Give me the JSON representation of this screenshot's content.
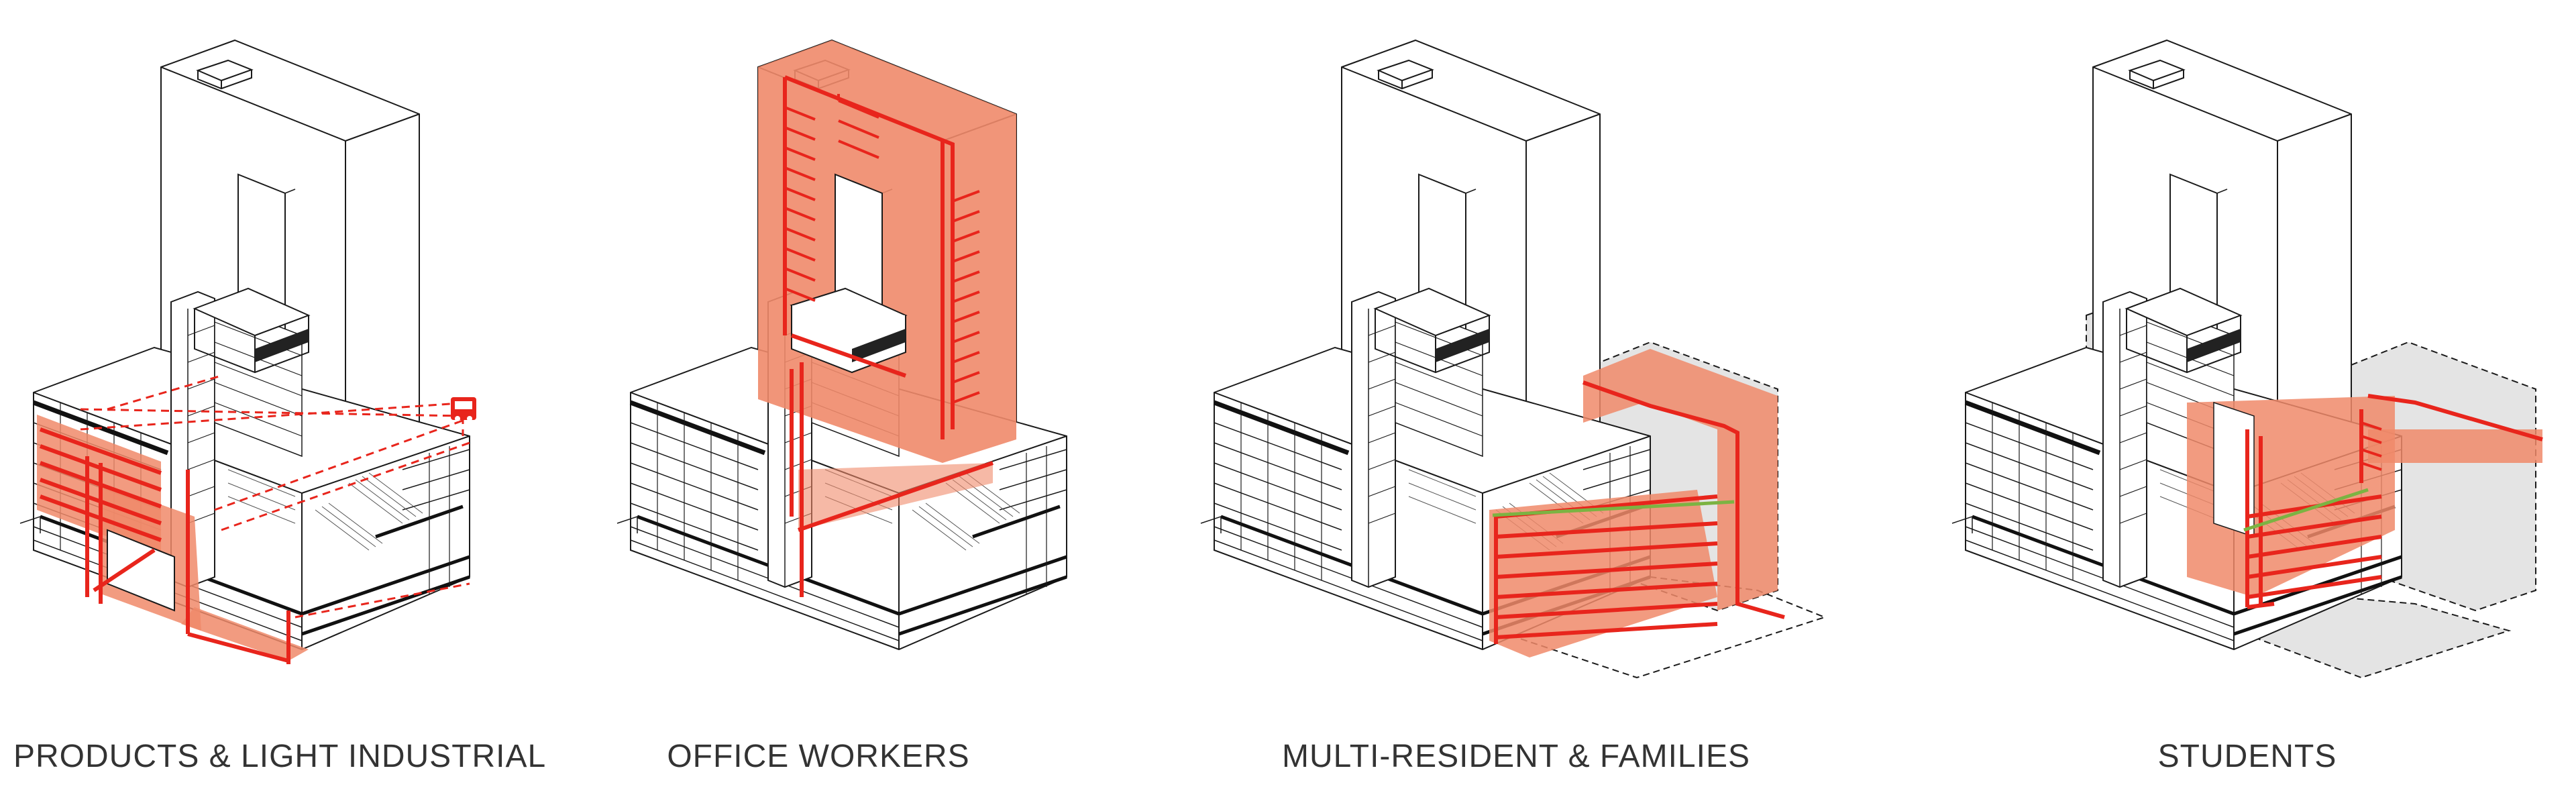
{
  "colors": {
    "line": "#1a1a1a",
    "accent_fill": "#f08a6a",
    "accent_line": "#e8251c",
    "green_line": "#7cb342",
    "ghost_fill": "#e4e4e4",
    "caption": "#333333"
  },
  "panels": [
    {
      "caption": "PRODUCTS & LIGHT INDUSTRIAL",
      "icon": "truck-icon"
    },
    {
      "caption": "OFFICE WORKERS"
    },
    {
      "caption": "MULTI-RESIDENT & FAMILIES"
    },
    {
      "caption": "STUDENTS"
    }
  ]
}
